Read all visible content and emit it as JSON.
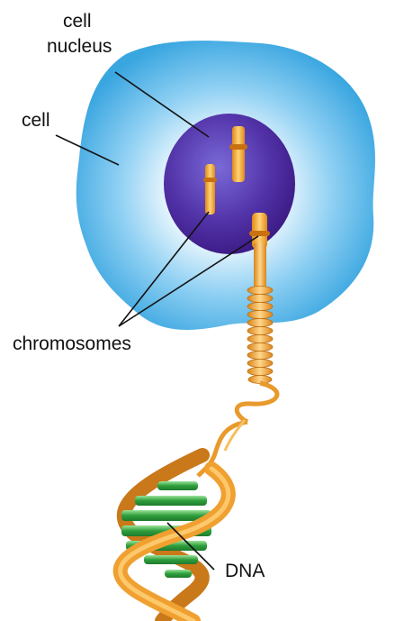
{
  "labels": {
    "cell_nucleus_line1": "cell",
    "cell_nucleus_line2": "nucleus",
    "cell": "cell",
    "chromosomes": "chromosomes",
    "dna": "DNA"
  },
  "colors": {
    "cell_outer": "#3aa6e0",
    "cell_inner": "#ffffff",
    "nucleus_center": "#6b5bd0",
    "nucleus_edge": "#3b1a84",
    "chromosome": "#f0a623",
    "chromosome_light": "#ffe2a0",
    "dna_backbone": "#f0a030",
    "dna_rungs": "#2e9e3c"
  }
}
